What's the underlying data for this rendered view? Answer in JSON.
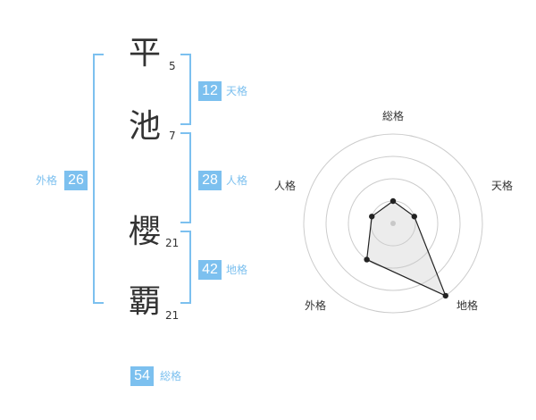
{
  "name": {
    "characters": [
      {
        "char": "平",
        "strokes": "5"
      },
      {
        "char": "池",
        "strokes": "7"
      },
      {
        "char": "櫻",
        "strokes": "21"
      },
      {
        "char": "覇",
        "strokes": "21"
      }
    ]
  },
  "fortune": {
    "tenkaku": {
      "value": "12",
      "label": "天格"
    },
    "jinkaku": {
      "value": "28",
      "label": "人格"
    },
    "chikaku": {
      "value": "42",
      "label": "地格"
    },
    "gaikaku": {
      "value": "26",
      "label": "外格"
    },
    "soukaku": {
      "value": "54",
      "label": "総格"
    }
  },
  "colors": {
    "accent": "#7cc0ef",
    "label_text": "#7cc0ef",
    "text": "#333333",
    "grid": "#cccccc"
  },
  "chart_data": {
    "type": "radar",
    "axes": [
      "総格",
      "天格",
      "地格",
      "外格",
      "人格"
    ],
    "levels": 4,
    "max": 4,
    "values": [
      1,
      1,
      4,
      2,
      1
    ]
  }
}
